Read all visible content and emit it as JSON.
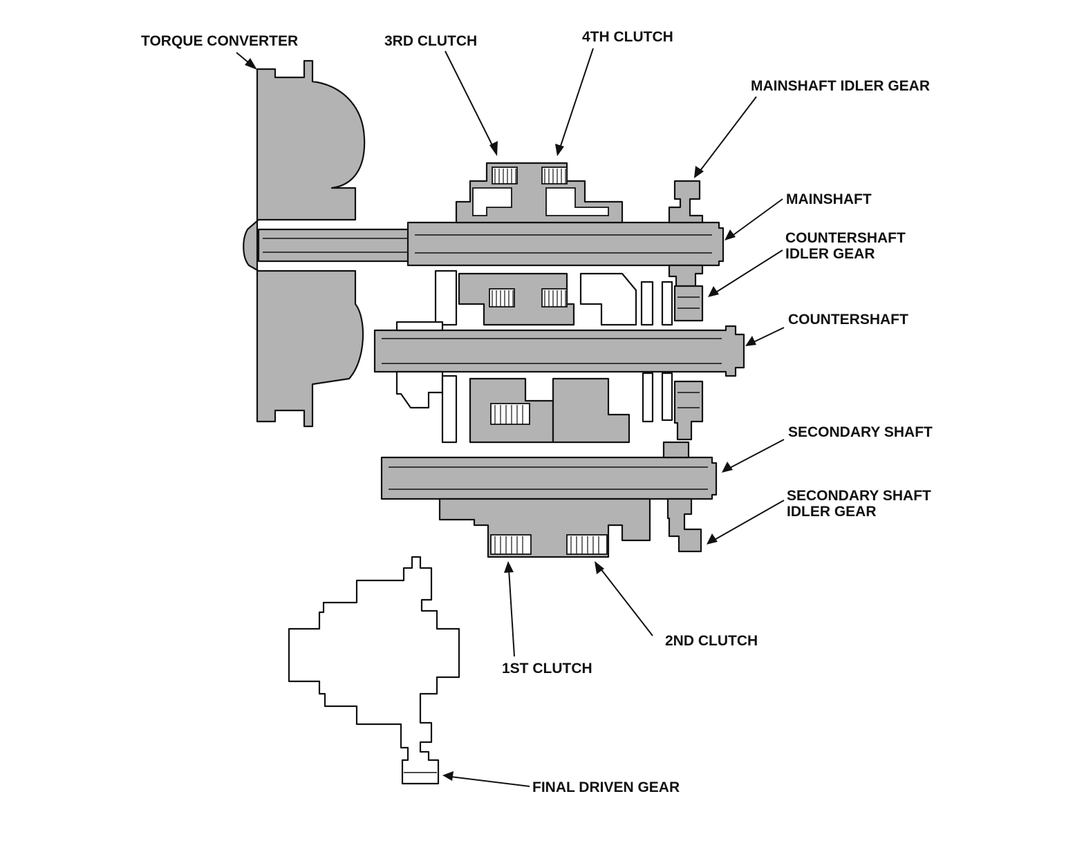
{
  "labels": {
    "torque_converter": "TORQUE CONVERTER",
    "third_clutch": "3RD CLUTCH",
    "fourth_clutch": "4TH CLUTCH",
    "mainshaft_idler_gear": "MAINSHAFT IDLER GEAR",
    "mainshaft": "MAINSHAFT",
    "countershaft_idler_gear_line1": "COUNTERSHAFT",
    "countershaft_idler_gear_line2": "IDLER GEAR",
    "countershaft": "COUNTERSHAFT",
    "secondary_shaft": "SECONDARY SHAFT",
    "secondary_shaft_idler_gear_line1": "SECONDARY SHAFT",
    "secondary_shaft_idler_gear_line2": "IDLER GEAR",
    "second_clutch": "2ND CLUTCH",
    "first_clutch": "1ST CLUTCH",
    "final_driven_gear": "FINAL DRIVEN GEAR"
  },
  "colors": {
    "shaded_part": "#b3b3b3",
    "line": "#111111",
    "background": "#ffffff"
  }
}
